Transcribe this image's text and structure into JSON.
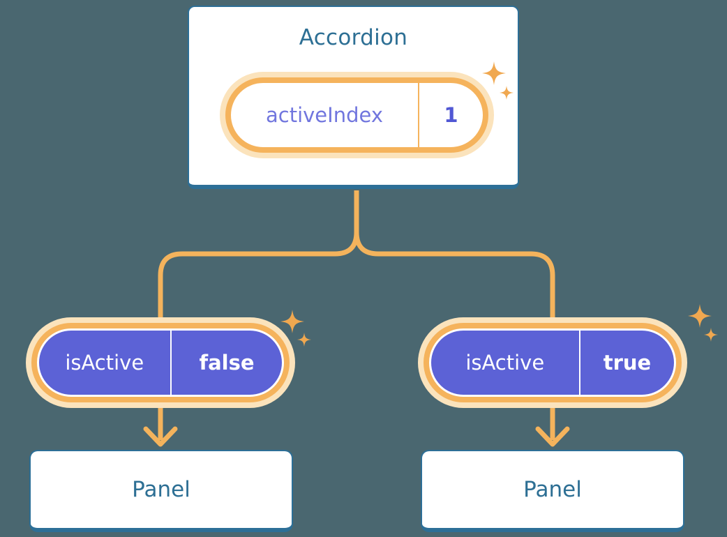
{
  "diagram": {
    "root_card": {
      "title": "Accordion",
      "state": {
        "name": "activeIndex",
        "value": "1"
      }
    },
    "children": [
      {
        "state": {
          "name": "isActive",
          "value": "false"
        },
        "panel": {
          "title": "Panel"
        }
      },
      {
        "state": {
          "name": "isActive",
          "value": "true"
        },
        "panel": {
          "title": "Panel"
        }
      }
    ],
    "colors": {
      "background": "#4A6770",
      "card_background": "#FFFFFF",
      "card_border": "#2D6F97",
      "heading_text": "#2D6F94",
      "pill_ring_orange": "#F5B35C",
      "pill_halo_cream": "#FBE3BC",
      "connector_orange": "#F4B35C",
      "sparkle_orange": "#F0A850",
      "state_purple": "#5C62D6",
      "state_name_purple_text": "#7176DE",
      "state_value_purple_text": "#5158D4"
    }
  }
}
